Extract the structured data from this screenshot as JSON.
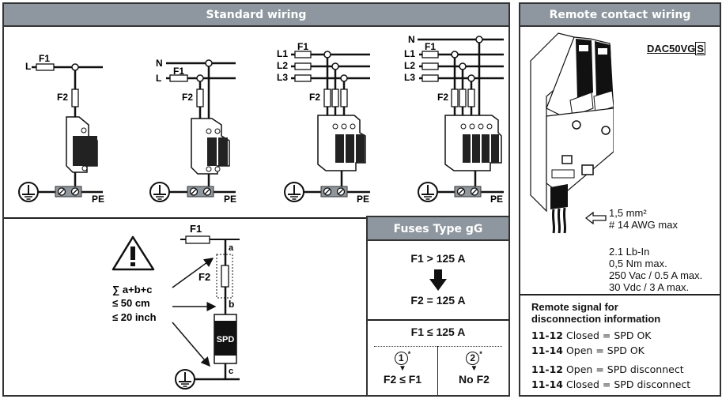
{
  "standard_wiring": {
    "title": "Standard wiring",
    "diagrams": [
      {
        "id": "1p",
        "lines": [
          "L"
        ],
        "fuse1": "F1",
        "fuse2": "F2",
        "earth": "PE"
      },
      {
        "id": "1p+n",
        "lines": [
          "N",
          "L"
        ],
        "fuse1": "F1",
        "fuse2": "F2",
        "earth": "PE"
      },
      {
        "id": "3p",
        "lines": [
          "L1",
          "L2",
          "L3"
        ],
        "fuse1": "F1",
        "fuse2": "F2",
        "earth": "PE"
      },
      {
        "id": "3p+n",
        "lines": [
          "N",
          "L1",
          "L2",
          "L3"
        ],
        "fuse1": "F1",
        "fuse2": "F2",
        "earth": "PE"
      }
    ]
  },
  "cable_length": {
    "warning_icon": "warning-triangle-icon",
    "rule_lines": [
      "∑ a+b+c",
      "≤ 50 cm",
      "≤ 20 inch"
    ],
    "labels": {
      "f1": "F1",
      "f2": "F2",
      "a": "a",
      "b": "b",
      "c": "c",
      "spd": "SPD"
    }
  },
  "fuses": {
    "title": "Fuses Type gG",
    "case_high": {
      "condition": "F1 > 125 A",
      "result": "F2 = 125 A"
    },
    "case_low": {
      "condition": "F1 ≤ 125 A",
      "options": [
        {
          "marker": "1",
          "star": "*",
          "result": "F2 ≤ F1"
        },
        {
          "marker": "2",
          "star": "*",
          "result": "No F2"
        }
      ]
    }
  },
  "remote": {
    "title": "Remote contact wiring",
    "model": "DAC50VG",
    "model_suffix": "S",
    "wire_spec": [
      "1,5 mm²",
      "# 14 AWG max"
    ],
    "ratings": [
      "2.1 Lb-In",
      "0,5 Nm max.",
      "250 Vac / 0.5 A max.",
      "30 Vdc / 3 A max."
    ],
    "signal_title": [
      "Remote signal for",
      "disconnection information"
    ],
    "signals": [
      {
        "contact": "11-12",
        "state": "Closed = SPD OK"
      },
      {
        "contact": "11-14",
        "state": "Open = SPD OK"
      },
      {
        "contact": "11-12",
        "state": "Open = SPD disconnect"
      },
      {
        "contact": "11-14",
        "state": "Closed = SPD disconnect"
      }
    ]
  }
}
